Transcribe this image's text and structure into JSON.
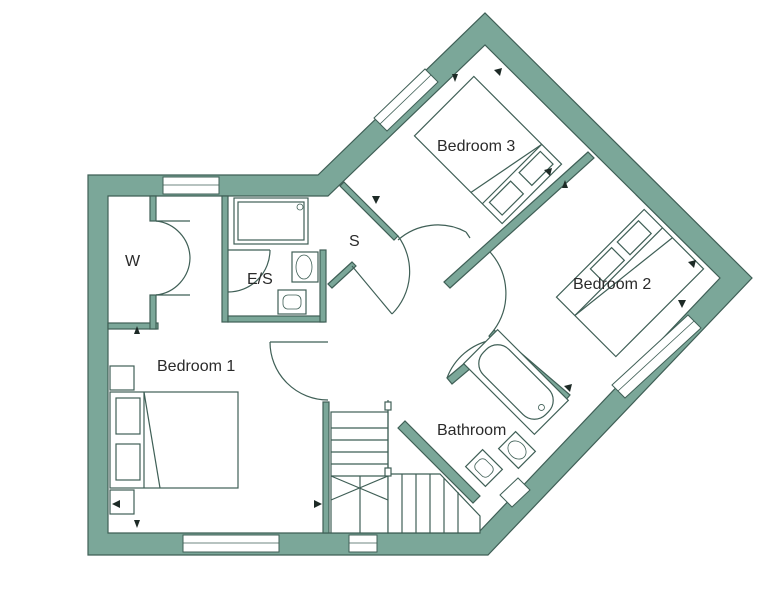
{
  "floorplan": {
    "rooms": {
      "wardrobe": "W",
      "ensuite": "E/S",
      "storage": "S",
      "bedroom1": "Bedroom 1",
      "bedroom2": "Bedroom 2",
      "bedroom3": "Bedroom 3",
      "bathroom": "Bathroom"
    },
    "colors": {
      "wall": "#7ba799",
      "outline": "#3f5f56",
      "arrow": "#1d2a26",
      "floor": "#ffffff"
    }
  }
}
